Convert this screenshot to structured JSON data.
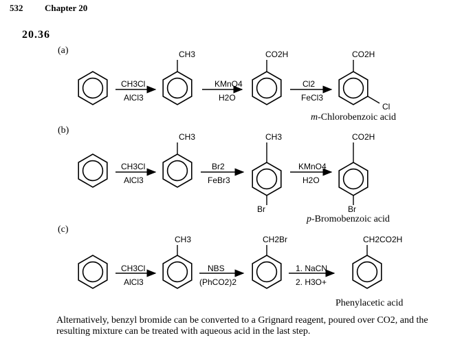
{
  "header": {
    "page_number": "532",
    "chapter": "Chapter 20"
  },
  "problem_number": "20.36",
  "parts": {
    "a": {
      "label": "(a)",
      "steps": [
        {
          "top": "CH3Cl",
          "bottom": "AlCl3"
        },
        {
          "top": "KMnO4",
          "bottom": "H2O"
        },
        {
          "top": "Cl2",
          "bottom": "FeCl3"
        }
      ],
      "substituents": [
        "CH3",
        "CO2H",
        "CO2H",
        "Cl"
      ],
      "caption_prefix": "m",
      "caption_rest": "-Chlorobenzoic acid"
    },
    "b": {
      "label": "(b)",
      "steps": [
        {
          "top": "CH3Cl",
          "bottom": "AlCl3"
        },
        {
          "top": "Br2",
          "bottom": "FeBr3"
        },
        {
          "top": "KMnO4",
          "bottom": "H2O"
        }
      ],
      "substituents": [
        "CH3",
        "CH3",
        "Br",
        "CO2H",
        "Br"
      ],
      "caption_prefix": "p",
      "caption_rest": "-Bromobenzoic acid"
    },
    "c": {
      "label": "(c)",
      "steps": [
        {
          "top": "CH3Cl",
          "bottom": "AlCl3"
        },
        {
          "top": "NBS",
          "bottom": "(PhCO2)2"
        },
        {
          "top": "1. NaCN",
          "bottom": "2. H3O+"
        }
      ],
      "substituents": [
        "CH3",
        "CH2Br",
        "CH2CO2H"
      ],
      "caption": "Phenylacetic acid"
    }
  },
  "paragraph": "Alternatively, benzyl bromide can be converted to a Grignard reagent, poured over CO2, and the resulting mixture can be treated with aqueous acid in the last step."
}
